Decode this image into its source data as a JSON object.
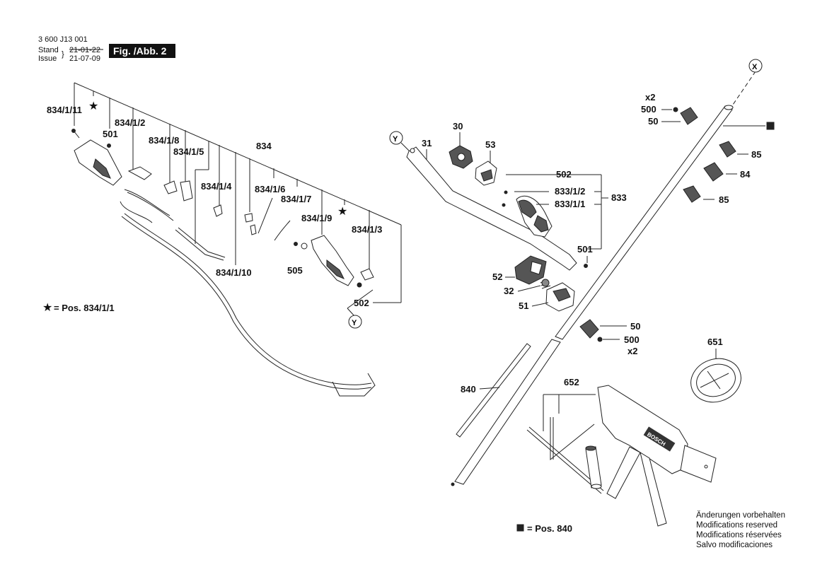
{
  "header": {
    "doc_number": "3 600 J13 001",
    "stand_label": "Stand",
    "issue_label": "Issue",
    "stand_date_struck": "21-01-22",
    "issue_date": "21-07-09",
    "figure_badge": "Fig. /Abb. 2"
  },
  "legend": {
    "star_note": "= Pos. 834/1/1",
    "square_note": "= Pos. 840"
  },
  "footer_notes": [
    "Änderungen vorbehalten",
    "Modifications reserved",
    "Modifications réservées",
    "Salvo modificaciones"
  ],
  "callouts": {
    "c834_1_11": "834/1/11",
    "c834_1_2": "834/1/2",
    "c501_left": "501",
    "c834_1_8": "834/1/8",
    "c834_1_5": "834/1/5",
    "c834": "834",
    "c834_1_4": "834/1/4",
    "c834_1_6": "834/1/6",
    "c834_1_7": "834/1/7",
    "c834_1_9": "834/1/9",
    "c834_1_3": "834/1/3",
    "c505": "505",
    "c834_1_10": "834/1/10",
    "c502_left": "502",
    "c30": "30",
    "c31": "31",
    "c53": "53",
    "c502_mid": "502",
    "c833_1_2": "833/1/2",
    "c833": "833",
    "c833_1_1": "833/1/1",
    "c501_mid": "501",
    "c52": "52",
    "c32": "32",
    "c51": "51",
    "c50_mid": "50",
    "c500_mid": "500",
    "x2_mid": "x2",
    "x2_top": "x2",
    "c500_top": "500",
    "c50_top": "50",
    "c85_a": "85",
    "c84": "84",
    "c85_b": "85",
    "c651": "651",
    "c652": "652",
    "c840": "840"
  },
  "markers": {
    "y_left": "Y",
    "y_right": "Y",
    "x_top": "X"
  },
  "icons": [
    "star-icon",
    "square-icon",
    "bosch-logo"
  ],
  "brand_on_bag": "BOSCH"
}
